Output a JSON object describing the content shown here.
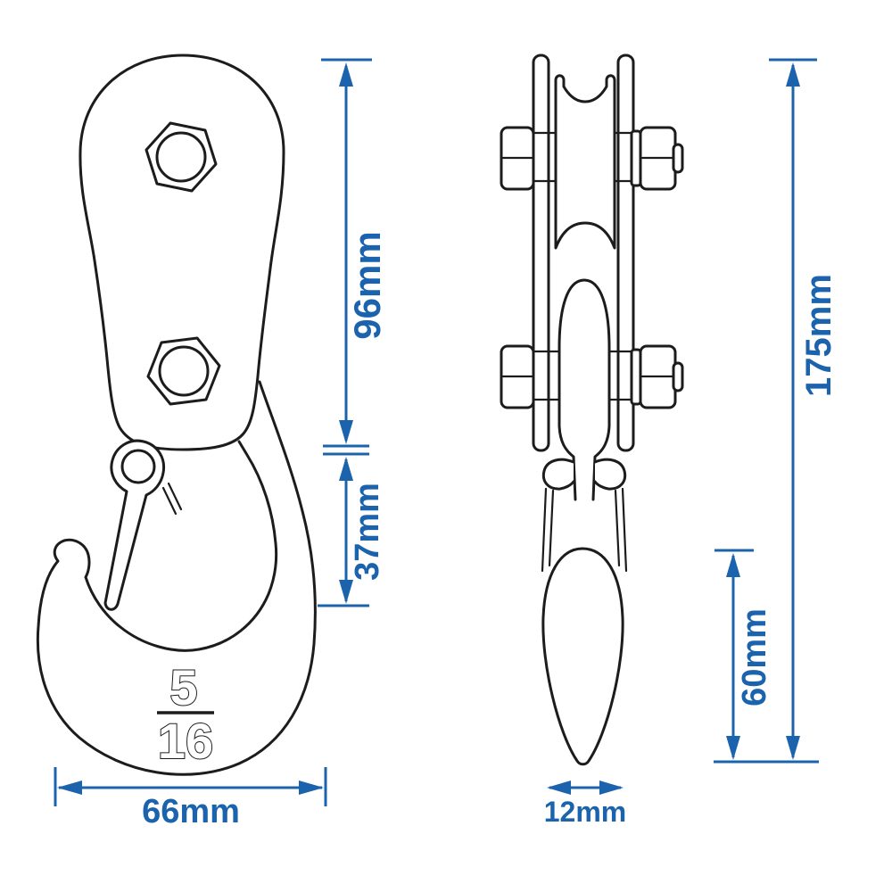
{
  "colors": {
    "dimension_blue": "#1b64ad",
    "outline_black": "#1c1c1c",
    "background": "#ffffff"
  },
  "front_view": {
    "marking": {
      "numerator": "5",
      "denominator": "16"
    },
    "dimensions": {
      "body_height": "96mm",
      "hook_section": "37mm",
      "overall_width": "66mm"
    }
  },
  "side_view": {
    "dimensions": {
      "overall_height": "175mm",
      "hook_depth": "60mm",
      "width": "12mm"
    }
  }
}
